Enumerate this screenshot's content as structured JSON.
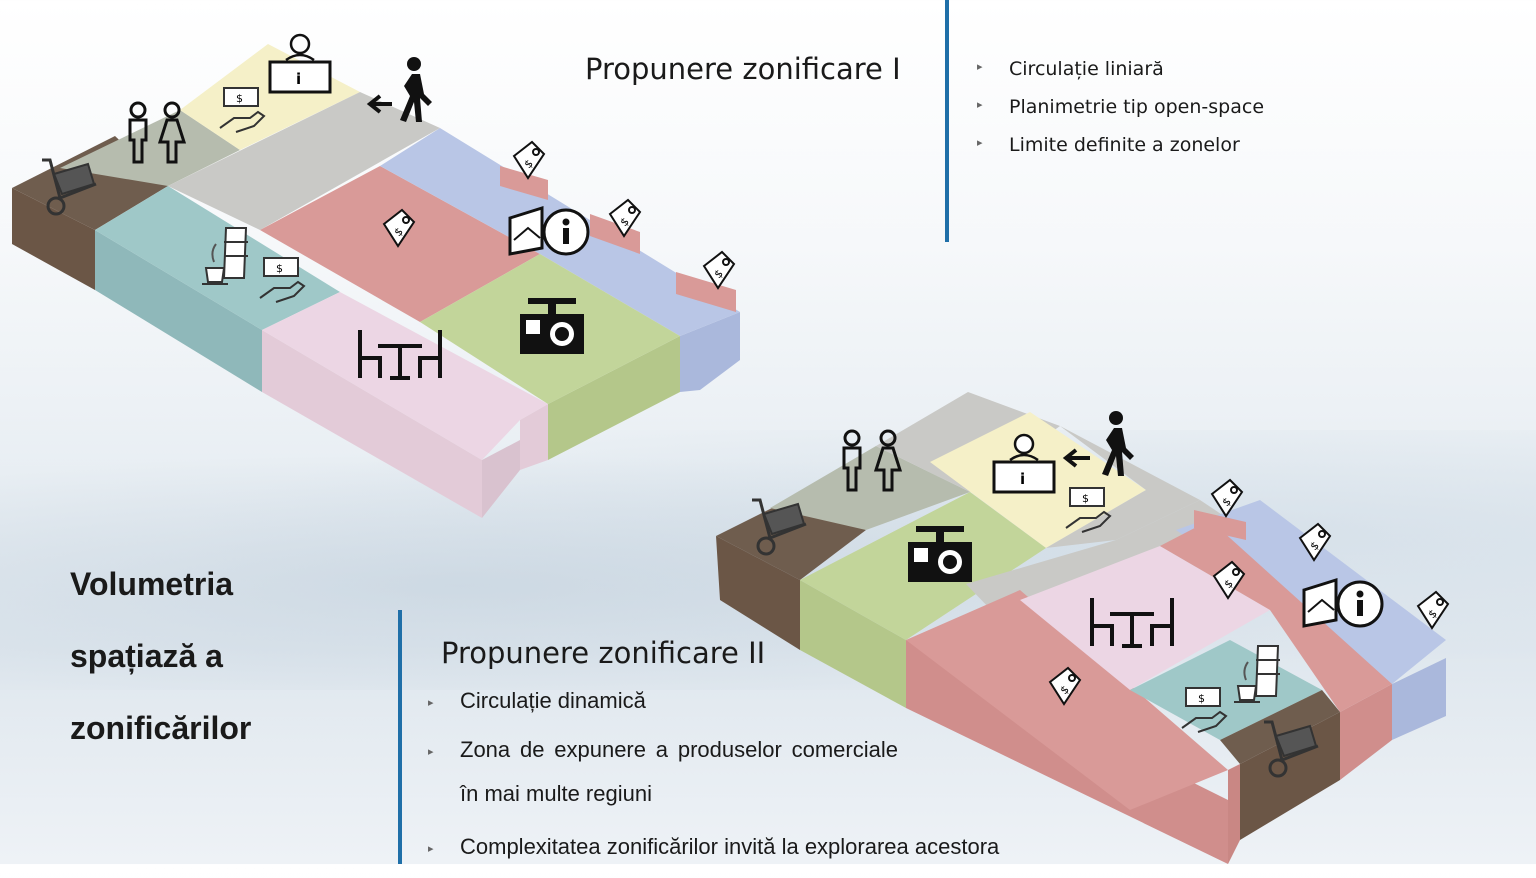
{
  "proposal1": {
    "title": "Propunere zonificare I",
    "bullets": [
      "Circulație liniară",
      "Planimetrie tip open-space",
      "Limite definite a zonelor"
    ]
  },
  "proposal2": {
    "title": "Propunere zonificare II",
    "bullets": [
      "Circulație dinamică",
      "Zona de expunere a produselor comerciale în mai multe regiuni",
      "Complexitatea zonificărilor invită la explorarea acestora"
    ]
  },
  "side_title": [
    "Volumetria",
    "spațiază a",
    "zonificărilor"
  ],
  "colors": {
    "accent_line": "#1f6fa8",
    "gray": "#c9c9c6",
    "sage": "#b6bcae",
    "cream": "#f5f0c8",
    "teal": "#9fc8c8",
    "rose": "#d99a98",
    "blue": "#b9c6e6",
    "green": "#c2d59a",
    "pink": "#ecd6e4",
    "brown": "#7a6656"
  },
  "icons": [
    "restroom-icon",
    "reception-desk-icon",
    "walking-person-icon",
    "arrow-left-icon",
    "shopping-cart-icon",
    "price-tag-icon",
    "info-icon",
    "coffee-icon",
    "payment-hand-icon",
    "cafe-table-icon",
    "camera-icon"
  ]
}
